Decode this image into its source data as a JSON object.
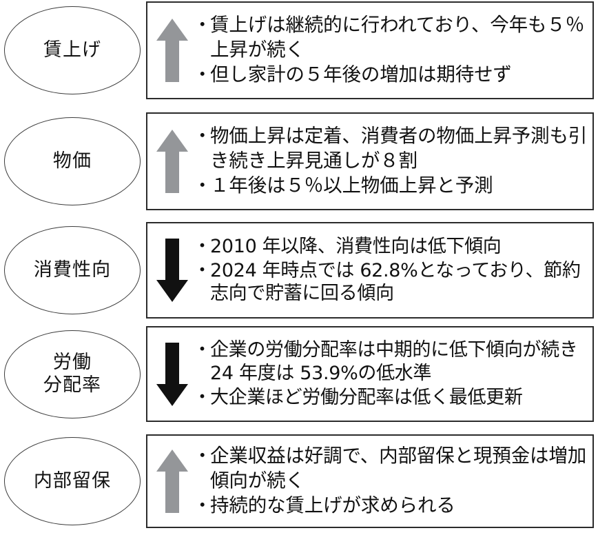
{
  "figure": {
    "type": "summary-diagram",
    "language": "ja",
    "orientation": "vertical-stack",
    "row_count": 5,
    "arrow_colors": {
      "up": "#949699",
      "down": "#111111"
    }
  },
  "rows": [
    {
      "id": "wage-increase",
      "label": "賃上げ",
      "trend": "up",
      "arrow_icon": "arrow-up-icon",
      "bullets": [
        "賃上げは継続的に行われており、今年も５％上昇が続く",
        "但し家計の５年後の増加は期待せず"
      ]
    },
    {
      "id": "prices",
      "label": "物価",
      "trend": "up",
      "arrow_icon": "arrow-up-icon",
      "bullets": [
        "物価上昇は定着、消費者の物価上昇予測も引き続き上昇見通しが８割",
        "１年後は５％以上物価上昇と予測"
      ]
    },
    {
      "id": "propensity-to-consume",
      "label": "消費性向",
      "trend": "down",
      "arrow_icon": "arrow-down-icon",
      "bullets": [
        "2010 年以降、消費性向は低下傾向",
        "2024 年時点では 62.8%となっており、節約志向で貯蓄に回る傾向"
      ]
    },
    {
      "id": "labor-share",
      "label": "労働\n分配率",
      "trend": "down",
      "arrow_icon": "arrow-down-icon",
      "bullets": [
        "企業の労働分配率は中期的に低下傾向が続き 24 年度は 53.9%の低水準",
        "大企業ほど労働分配率は低く最低更新"
      ]
    },
    {
      "id": "retained-earnings",
      "label": "内部留保",
      "trend": "up",
      "arrow_icon": "arrow-up-icon",
      "bullets": [
        "企業収益は好調で、内部留保と現預金は増加傾向が続く",
        "持続的な賃上げが求められる"
      ]
    }
  ]
}
